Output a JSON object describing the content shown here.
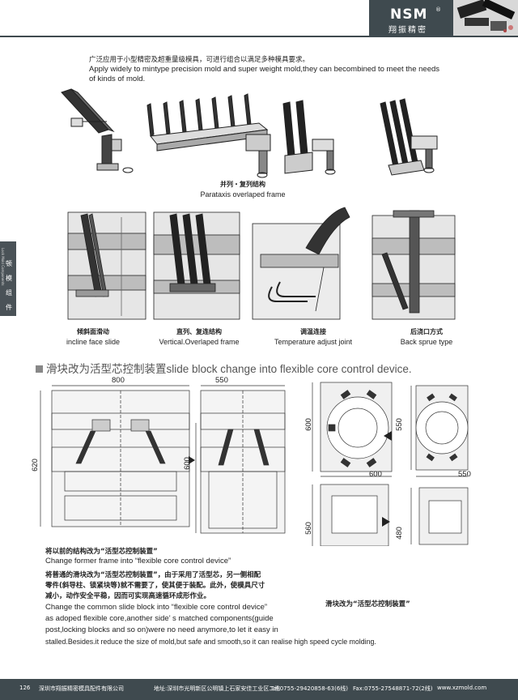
{
  "header": {
    "logo_text": "NSM",
    "logo_registered": "®",
    "logo_chinese": "翔振精密"
  },
  "side_tab": {
    "chars": [
      "顿",
      "模",
      "组",
      "件"
    ],
    "small": "Lock Mold Components"
  },
  "intro": {
    "cn": "广泛应用于小型精密及超重量级模具，可进行组合以满足多种模具要求。",
    "en_line1": "Apply widely to mintype precision mold and super weight mold,they can becombined to meet the needs",
    "en_line2": "of kinds of mold."
  },
  "captions": {
    "parallel_cn": "并列・复列结构",
    "parallel_en": "Parataxis overlaped frame",
    "incline_cn": "倾斜面滑动",
    "incline_en": "incline face slide",
    "vertical_cn": "直列、复连结构",
    "vertical_en": "Vertical.Overlaped frame",
    "temp_cn": "调温连接",
    "temp_en": "Temperature adjust joint",
    "sprue_cn": "后浇口方式",
    "sprue_en": "Back sprue type"
  },
  "section": {
    "title_cn": "滑块改为活型芯控制装置",
    "title_en": "slide block change into flexible core control device."
  },
  "dims": {
    "d800": "800",
    "d550a": "550",
    "d620": "620",
    "d600a": "600",
    "d600b": "600",
    "d550b": "550",
    "d600c": "600",
    "d550c": "550",
    "d560": "560",
    "d480": "480"
  },
  "change": {
    "cn_caption": "将以前的结构改为“活型芯控制装置”",
    "en_caption": "Change former frame into  “flexible core control device”",
    "body_cn_1": "将普通的滑块改为“活型芯控制装置”，由于采用了活型芯，另一侧相配",
    "body_cn_2": "零件(斜导柱、锁紧块等)就不需要了，使其便于装配。此外，使模具尺寸",
    "body_cn_3": "减小，动作安全平稳，因而可实现高速循环成形作业。",
    "body_en_1": "Change the common slide block into   “flexible core control device”",
    "body_en_2": "as adoped flexible core,another side’ s matched components(guide",
    "body_en_3": "post,locking blocks and so on)were no need anymore,to let it easy in",
    "body_en_4": "stalled.Besides.it reduce the size of mold,but safe and smooth,so it can realise high speed cycle molding.",
    "right_caption": "滑块改为“活型芯控制装置”"
  },
  "footer": {
    "page": "126",
    "company": "深圳市翔振精密模具配件有限公司",
    "address": "地址:深圳市光明新区公明镇上石家安佳工业区二栋",
    "tel": "Tel:0755-29420858-63(6线)",
    "fax": "Fax:0755-27548871-72(2线)",
    "web": "www.xzmold.com"
  }
}
